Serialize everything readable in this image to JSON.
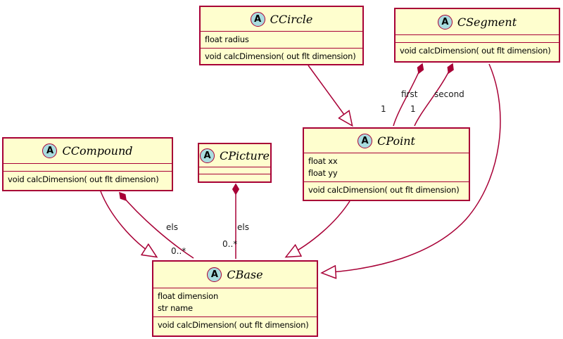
{
  "colors": {
    "box_fill": "#FEFECE",
    "border": "#A80036",
    "edge": "#A80036",
    "abstract_icon_fill": "#A9DCDF",
    "text": "#000000"
  },
  "icons": {
    "abstract_letter": "A"
  },
  "classes": {
    "ccircle": {
      "name": "CCircle",
      "abstract": true,
      "fields": [
        "float radius"
      ],
      "methods": [
        "void calcDimension( out flt dimension)"
      ]
    },
    "csegment": {
      "name": "CSegment",
      "abstract": true,
      "fields": [],
      "methods": [
        "void calcDimension( out flt dimension)"
      ]
    },
    "cpoint": {
      "name": "CPoint",
      "abstract": true,
      "fields": [
        "float xx",
        "float yy"
      ],
      "methods": [
        "void calcDimension( out flt dimension)"
      ]
    },
    "ccompound": {
      "name": "CCompound",
      "abstract": true,
      "fields": [],
      "methods": [
        "void calcDimension( out flt dimension)"
      ]
    },
    "cpicture": {
      "name": "CPicture",
      "abstract": true,
      "fields": [],
      "methods": []
    },
    "cbase": {
      "name": "CBase",
      "abstract": true,
      "fields": [
        "float dimension",
        "str name"
      ],
      "methods": [
        "void calcDimension( out flt dimension)"
      ]
    }
  },
  "edge_labels": {
    "first": "first",
    "second": "second",
    "first_mult": "1",
    "second_mult": "1",
    "compound_role": "els",
    "compound_mult": "0..*",
    "picture_role": "els",
    "picture_mult": "0..*"
  },
  "relationships": [
    {
      "from": "CCircle",
      "to": "CPoint",
      "type": "generalization"
    },
    {
      "from": "CSegment",
      "to": "CPoint",
      "type": "composition",
      "role": "first",
      "multiplicity": "1"
    },
    {
      "from": "CSegment",
      "to": "CPoint",
      "type": "composition",
      "role": "second",
      "multiplicity": "1"
    },
    {
      "from": "CSegment",
      "to": "CBase",
      "type": "generalization"
    },
    {
      "from": "CPoint",
      "to": "CBase",
      "type": "generalization"
    },
    {
      "from": "CCompound",
      "to": "CBase",
      "type": "generalization"
    },
    {
      "from": "CCompound",
      "to": "CBase",
      "type": "composition",
      "role": "els",
      "multiplicity": "0..*"
    },
    {
      "from": "CPicture",
      "to": "CBase",
      "type": "composition",
      "role": "els",
      "multiplicity": "0..*"
    }
  ]
}
